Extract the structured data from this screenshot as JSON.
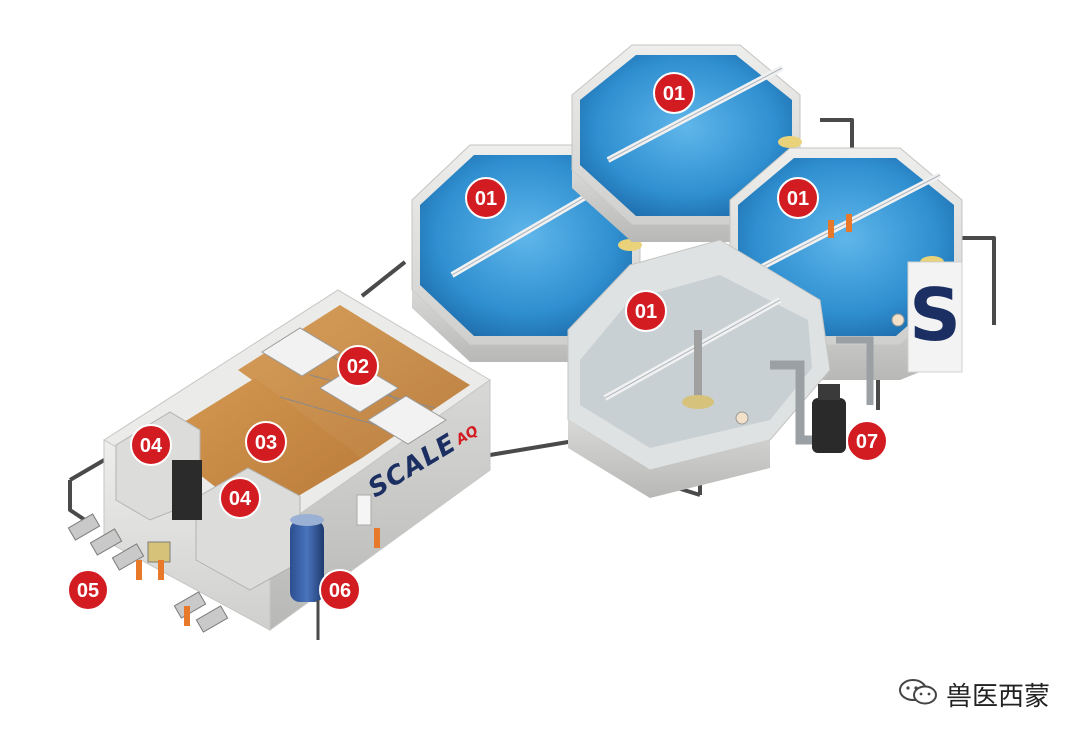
{
  "labels": {
    "tank_top": "01",
    "tank_left": "01",
    "tank_right": "01",
    "tank_front": "01",
    "biofilter": "02",
    "sand_filter": "03",
    "sump_a": "04",
    "sump_b": "04",
    "pumps": "05",
    "oxygen_cone": "06",
    "degasser_pump": "07"
  },
  "brand": {
    "name": "SCALE",
    "suffix": "AQ",
    "tank_logo": "S"
  },
  "watermark": {
    "text": "兽医西蒙",
    "icon": "wechat-icon"
  },
  "colors": {
    "badge": "#d21c22",
    "water": "#2f8fd0",
    "concrete": "#e2e2e0",
    "brand": "#1c2f63",
    "media": "#c98a43"
  }
}
